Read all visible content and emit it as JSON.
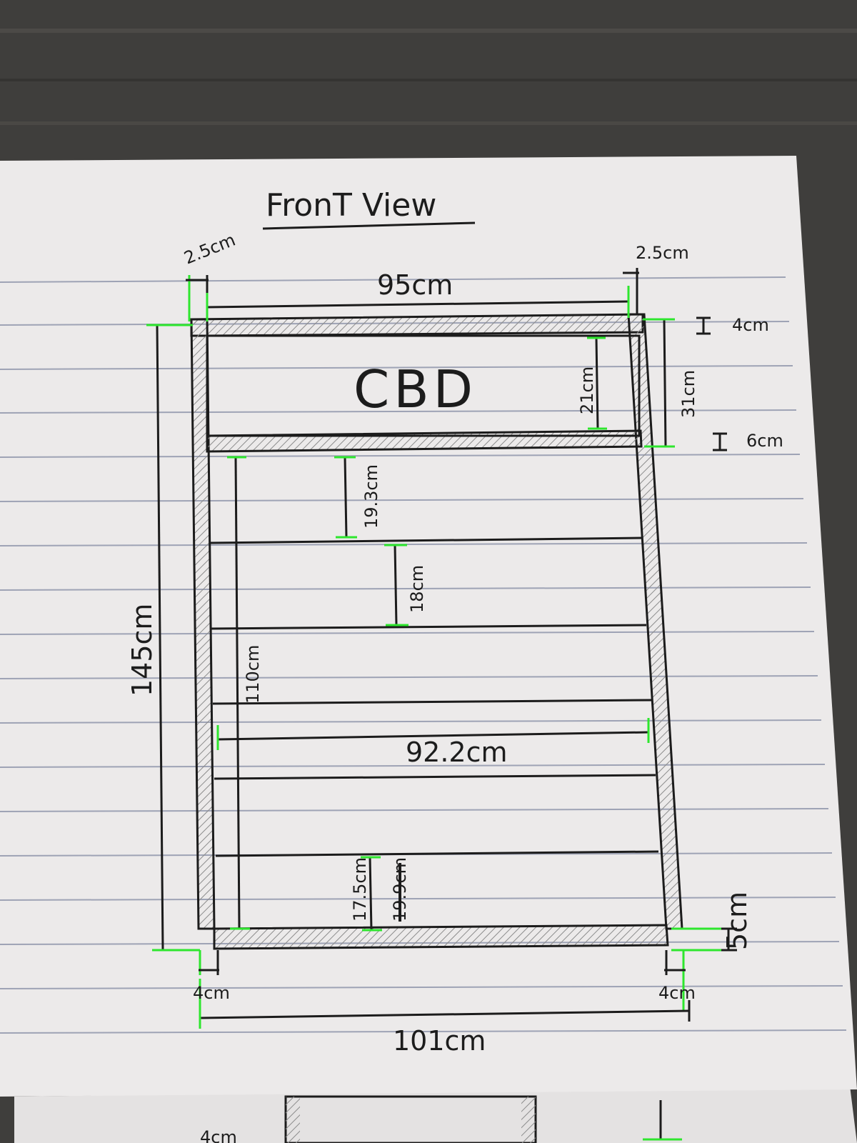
{
  "drawing": {
    "title": "FronT View",
    "cabinet_label": "CBD",
    "colors": {
      "wood_desk": "#4a4845",
      "paper": "#eceaea",
      "ruled_line": "#9ea3b5",
      "ink": "#1c1c1c",
      "hatch": "#8c8c8c",
      "highlight": "#2ee62e"
    },
    "dimensions": {
      "inner_width": "95cm",
      "overall_width": "101cm",
      "overall_height": "145cm",
      "shelf_inner_width": "92.2cm",
      "side_height": "110cm",
      "top_side_left": "2.5cm",
      "top_side_right": "2.5cm",
      "top_board": "4cm",
      "mid_board": "6cm",
      "top_box_height": "31cm",
      "top_box_inner": "21cm",
      "shelf_gap_1": "19.3cm",
      "shelf_gap_2": "18cm",
      "shelf_gap_bottom": "17.5cm",
      "shelf_gap_bottom_struck": "19.9cm",
      "bottom_board": "5cm",
      "leg_left": "4cm",
      "leg_right": "4cm"
    }
  }
}
